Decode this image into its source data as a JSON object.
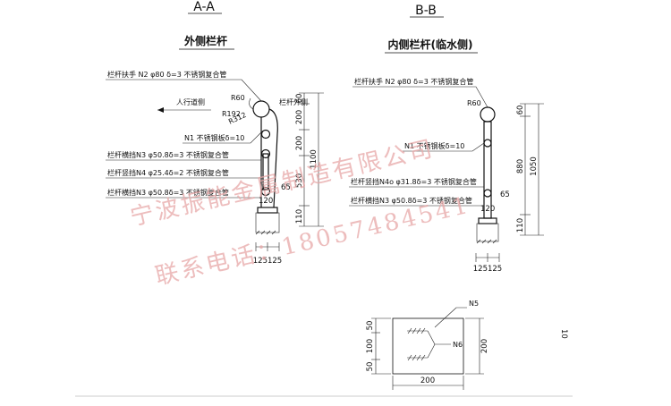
{
  "sections": {
    "aa": {
      "section_title": "A-A",
      "subtitle": "外侧栏杆",
      "handrail_label": "栏杆扶手 N2 φ80 δ=3 不锈钢复合管",
      "walkway_label": "人行道侧",
      "outer_label": "栏杆外侧",
      "r60": "R60",
      "r192": "R192",
      "r312": "R312",
      "n1_label": "N1 不锈钢板δ=10",
      "n3a_label": "栏杆横挡N3 φ50.8δ=3 不锈钢复合管",
      "n4_label": "栏杆竖挡N4 φ25.4δ=2 不锈钢复合管",
      "n3b_label": "栏杆横挡N3 φ50.8δ=3 不锈钢复合管",
      "dims_right": [
        "60",
        "200",
        "200",
        "530",
        "110"
      ],
      "dim_total": "1100",
      "dim_65": "65",
      "dim_120": "120",
      "dim_bottom": "125125"
    },
    "bb": {
      "section_title": "B-B",
      "subtitle": "内侧栏杆(临水侧)",
      "handrail_label": "栏杆扶手 N2 φ80 δ=3 不锈钢复合管",
      "r60": "R60",
      "n1_label": "N1 不锈钢板δ=10",
      "n4_label": "栏杆竖挡N4o φ31.8δ=3 不锈钢复合管",
      "n3_label": "栏杆横挡N3 φ50.8δ=3 不锈钢复合管",
      "dims_right": [
        "60",
        "880",
        "110"
      ],
      "dim_total": "1050",
      "dim_65": "65",
      "dim_120": "120",
      "dim_bottom": "125125"
    },
    "plate": {
      "n5_label": "N5",
      "n6_label": "N6",
      "dims_left": [
        "50",
        "100",
        "50"
      ],
      "dim_right": "200",
      "dim_bottom": "200"
    }
  },
  "edge_text": "10",
  "watermark": {
    "line1": "宁波振能金属制造有限公司",
    "line2": "联系电话：18057484541"
  }
}
